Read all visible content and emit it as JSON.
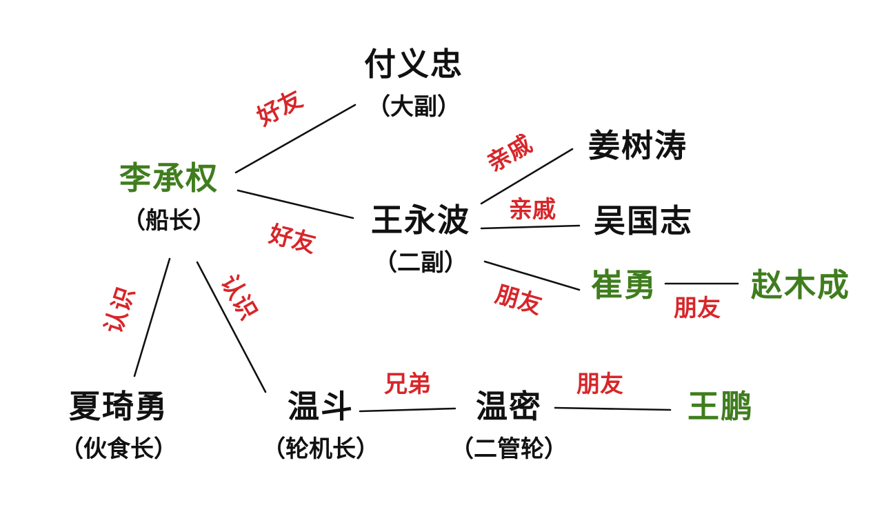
{
  "colors": {
    "black_name": "#111111",
    "green_name": "#3f7d1e",
    "relation_red": "#d7262a",
    "line": "#111111"
  },
  "nodes": {
    "fu_yizhong": {
      "name": "付义忠",
      "role": "（大副）"
    },
    "li_chengquan": {
      "name": "李承权",
      "role": "（船长）"
    },
    "jiang_shutao": {
      "name": "姜树涛",
      "role": ""
    },
    "wang_yongbo": {
      "name": "王永波",
      "role": "（二副）"
    },
    "wu_guozhi": {
      "name": "吴国志",
      "role": ""
    },
    "cui_yong": {
      "name": "崔勇",
      "role": ""
    },
    "zhao_mucheng": {
      "name": "赵木成",
      "role": ""
    },
    "xia_qiyong": {
      "name": "夏琦勇",
      "role": "（伙食长）"
    },
    "wen_dou": {
      "name": "温斗",
      "role": "（轮机长）"
    },
    "wen_mi": {
      "name": "温密",
      "role": "（二管轮）"
    },
    "wang_peng": {
      "name": "王鹏",
      "role": ""
    }
  },
  "relations": {
    "li_fu": "好友",
    "li_wang": "好友",
    "wang_jiang": "亲戚",
    "wang_wu": "亲戚",
    "wang_cui": "朋友",
    "cui_zhao": "朋友",
    "li_xia": "认识",
    "li_wendou": "认识",
    "wendou_wenmi": "兄弟",
    "wenmi_wangpeng": "朋友"
  }
}
